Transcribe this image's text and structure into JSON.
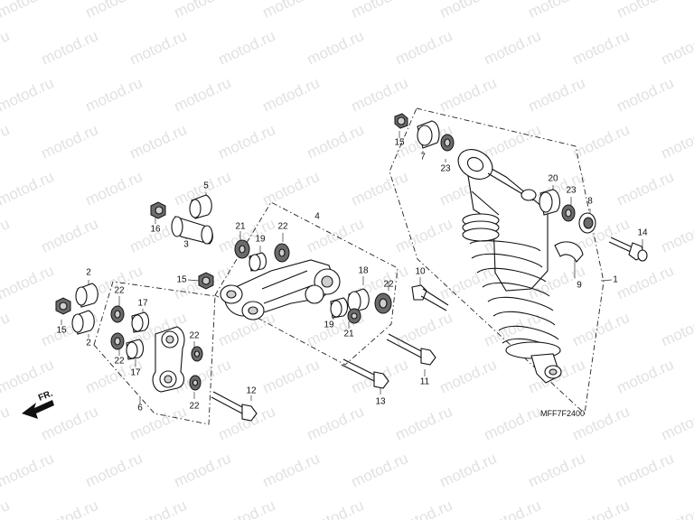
{
  "watermark": "motod.ru",
  "diagram_code": "MFF7F2400",
  "direction_label": "FR.",
  "callouts": {
    "c1": "1",
    "c2a": "2",
    "c2b": "2",
    "c3": "3",
    "c4": "4",
    "c5": "5",
    "c6": "6",
    "c7": "7",
    "c8": "8",
    "c9": "9",
    "c10": "10",
    "c11": "11",
    "c12": "12",
    "c13": "13",
    "c14": "14",
    "c15a": "15",
    "c15b": "15",
    "c15c": "15",
    "c16": "16",
    "c17a": "17",
    "c17b": "17",
    "c18": "18",
    "c19a": "19",
    "c19b": "19",
    "c20": "20",
    "c21a": "21",
    "c21b": "21",
    "c22a": "22",
    "c22b": "22",
    "c22c": "22",
    "c22d": "22",
    "c22e": "22",
    "c22f": "22",
    "c23a": "23",
    "c23b": "23"
  }
}
